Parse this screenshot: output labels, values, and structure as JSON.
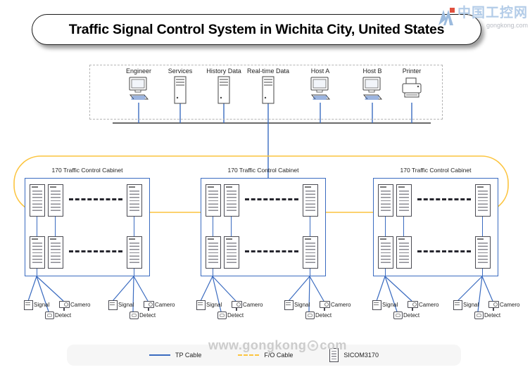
{
  "title": "Traffic Signal Control System in Wichita City, United States",
  "brand": {
    "logo_text": "中国工控网",
    "logo_domain": "gongkong.com",
    "watermark_left": "www.gongkong",
    "watermark_right": "com"
  },
  "top_devices": [
    {
      "label": "Engineer",
      "type": "workstation"
    },
    {
      "label": "Services",
      "type": "server"
    },
    {
      "label": "History Data",
      "type": "server"
    },
    {
      "label": "Real-time Data",
      "type": "server"
    },
    {
      "label": "Host A",
      "type": "workstation"
    },
    {
      "label": "Host B",
      "type": "workstation"
    },
    {
      "label": "Printer",
      "type": "printer"
    }
  ],
  "cabinets": [
    {
      "label": "170 Traffic Control Cabinet"
    },
    {
      "label": "170 Traffic Control Cabinet"
    },
    {
      "label": "170 Traffic Control Cabinet"
    }
  ],
  "field_devices": {
    "signal_label": "Signal",
    "camera_label": "Camero",
    "detector_label": "Detect"
  },
  "legend": {
    "tp_cable": "TP Cable",
    "fo_cable": "F/O Cable",
    "switch": "SICOM3170"
  },
  "colors": {
    "tp_cable_blue": "#3a6bc0",
    "fo_cable_yellow": "#fcc43e",
    "bus_black": "#111111"
  }
}
